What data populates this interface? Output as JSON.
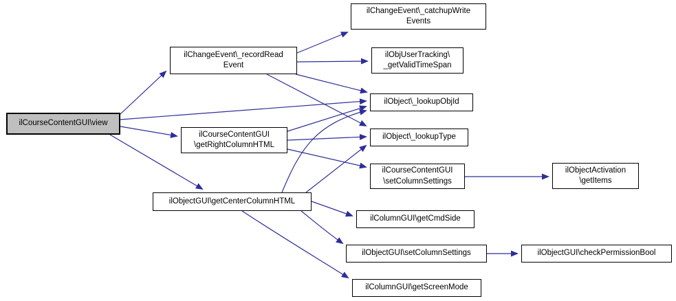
{
  "diagram": {
    "type": "call-graph",
    "root_function": "ilCourseContentGUI\\view",
    "colors": {
      "edge": "#2e2e99",
      "node_border": "#000000",
      "node_fill": "#ffffff",
      "highlight_fill": "#bfbfbf",
      "text": "#000000",
      "background": "#ffffff"
    },
    "nodes": [
      {
        "id": "view",
        "label": [
          "ilCourseContentGUI\\view"
        ],
        "highlighted": true
      },
      {
        "id": "recordReadEvent",
        "label": [
          "ilChangeEvent\\_recordRead",
          "Event"
        ],
        "highlighted": false
      },
      {
        "id": "catchupWriteEvents",
        "label": [
          "ilChangeEvent\\_catchupWrite",
          "Events"
        ],
        "highlighted": false
      },
      {
        "id": "getValidTimeSpan",
        "label": [
          "ilObjUserTracking\\",
          "_getValidTimeSpan"
        ],
        "highlighted": false
      },
      {
        "id": "lookupObjId",
        "label": [
          "ilObject\\_lookupObjId"
        ],
        "highlighted": false
      },
      {
        "id": "lookupType",
        "label": [
          "ilObject\\_lookupType"
        ],
        "highlighted": false
      },
      {
        "id": "getRightColumnHTML",
        "label": [
          "ilCourseContentGUI",
          "\\getRightColumnHTML"
        ],
        "highlighted": false
      },
      {
        "id": "setColumnSettingsCourse",
        "label": [
          "ilCourseContentGUI",
          "\\setColumnSettings"
        ],
        "highlighted": false
      },
      {
        "id": "getItems",
        "label": [
          "ilObjectActivation",
          "\\getItems"
        ],
        "highlighted": false
      },
      {
        "id": "getCenterColumnHTML",
        "label": [
          "ilObjectGUI\\getCenterColumnHTML"
        ],
        "highlighted": false
      },
      {
        "id": "getCmdSide",
        "label": [
          "ilColumnGUI\\getCmdSide"
        ],
        "highlighted": false
      },
      {
        "id": "setColumnSettingsObj",
        "label": [
          "ilObjectGUI\\setColumnSettings"
        ],
        "highlighted": false
      },
      {
        "id": "checkPermissionBool",
        "label": [
          "ilObjectGUI\\checkPermissionBool"
        ],
        "highlighted": false
      },
      {
        "id": "getScreenMode",
        "label": [
          "ilColumnGUI\\getScreenMode"
        ],
        "highlighted": false
      }
    ],
    "edges": [
      {
        "from": "view",
        "to": "recordReadEvent"
      },
      {
        "from": "view",
        "to": "lookupObjId"
      },
      {
        "from": "view",
        "to": "getRightColumnHTML"
      },
      {
        "from": "view",
        "to": "getCenterColumnHTML"
      },
      {
        "from": "recordReadEvent",
        "to": "catchupWriteEvents"
      },
      {
        "from": "recordReadEvent",
        "to": "getValidTimeSpan"
      },
      {
        "from": "recordReadEvent",
        "to": "lookupObjId"
      },
      {
        "from": "recordReadEvent",
        "to": "lookupType"
      },
      {
        "from": "getRightColumnHTML",
        "to": "lookupObjId"
      },
      {
        "from": "getRightColumnHTML",
        "to": "lookupType"
      },
      {
        "from": "getRightColumnHTML",
        "to": "setColumnSettingsCourse"
      },
      {
        "from": "setColumnSettingsCourse",
        "to": "getItems"
      },
      {
        "from": "getCenterColumnHTML",
        "to": "lookupObjId"
      },
      {
        "from": "getCenterColumnHTML",
        "to": "lookupType"
      },
      {
        "from": "getCenterColumnHTML",
        "to": "getCmdSide"
      },
      {
        "from": "getCenterColumnHTML",
        "to": "setColumnSettingsObj"
      },
      {
        "from": "getCenterColumnHTML",
        "to": "getScreenMode"
      },
      {
        "from": "setColumnSettingsObj",
        "to": "checkPermissionBool"
      }
    ]
  }
}
